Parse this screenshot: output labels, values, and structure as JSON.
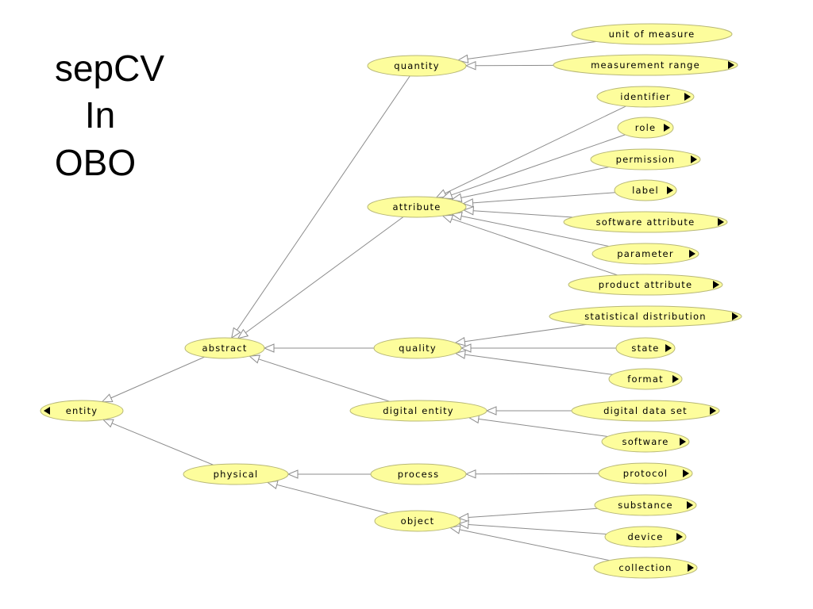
{
  "title": {
    "lines": [
      "sepCV",
      "In",
      "OBO"
    ]
  },
  "nodes": {
    "entity": {
      "label": "entity",
      "expand": "left"
    },
    "abstract": {
      "label": "abstract",
      "expand": "none"
    },
    "physical": {
      "label": "physical",
      "expand": "none"
    },
    "quantity": {
      "label": "quantity",
      "expand": "none"
    },
    "attribute": {
      "label": "attribute",
      "expand": "none"
    },
    "quality": {
      "label": "quality",
      "expand": "none"
    },
    "digital_entity": {
      "label": "digital entity",
      "expand": "none"
    },
    "process": {
      "label": "process",
      "expand": "none"
    },
    "object": {
      "label": "object",
      "expand": "none"
    },
    "unit_of_measure": {
      "label": "unit of measure",
      "expand": "none"
    },
    "measurement_range": {
      "label": "measurement range",
      "expand": "right"
    },
    "identifier": {
      "label": "identifier",
      "expand": "right"
    },
    "role": {
      "label": "role",
      "expand": "right"
    },
    "permission": {
      "label": "permission",
      "expand": "right"
    },
    "label": {
      "label": "label",
      "expand": "right"
    },
    "software_attribute": {
      "label": "software attribute",
      "expand": "right"
    },
    "parameter": {
      "label": "parameter",
      "expand": "right"
    },
    "product_attribute": {
      "label": "product attribute",
      "expand": "right"
    },
    "statistical_distribution": {
      "label": "statistical distribution",
      "expand": "right"
    },
    "state": {
      "label": "state",
      "expand": "right"
    },
    "format": {
      "label": "format",
      "expand": "right"
    },
    "digital_data_set": {
      "label": "digital data set",
      "expand": "right"
    },
    "software": {
      "label": "software",
      "expand": "right"
    },
    "protocol": {
      "label": "protocol",
      "expand": "right"
    },
    "substance": {
      "label": "substance",
      "expand": "right"
    },
    "device": {
      "label": "device",
      "expand": "right"
    },
    "collection": {
      "label": "collection",
      "expand": "right"
    }
  },
  "edges": [
    {
      "child": "abstract",
      "parent": "entity"
    },
    {
      "child": "physical",
      "parent": "entity"
    },
    {
      "child": "quantity",
      "parent": "abstract"
    },
    {
      "child": "attribute",
      "parent": "abstract"
    },
    {
      "child": "quality",
      "parent": "abstract"
    },
    {
      "child": "digital_entity",
      "parent": "abstract"
    },
    {
      "child": "process",
      "parent": "physical"
    },
    {
      "child": "object",
      "parent": "physical"
    },
    {
      "child": "unit_of_measure",
      "parent": "quantity"
    },
    {
      "child": "measurement_range",
      "parent": "quantity"
    },
    {
      "child": "identifier",
      "parent": "attribute"
    },
    {
      "child": "role",
      "parent": "attribute"
    },
    {
      "child": "permission",
      "parent": "attribute"
    },
    {
      "child": "label",
      "parent": "attribute"
    },
    {
      "child": "software_attribute",
      "parent": "attribute"
    },
    {
      "child": "parameter",
      "parent": "attribute"
    },
    {
      "child": "product_attribute",
      "parent": "attribute"
    },
    {
      "child": "statistical_distribution",
      "parent": "quality"
    },
    {
      "child": "state",
      "parent": "quality"
    },
    {
      "child": "format",
      "parent": "quality"
    },
    {
      "child": "digital_data_set",
      "parent": "digital_entity"
    },
    {
      "child": "software",
      "parent": "digital_entity"
    },
    {
      "child": "protocol",
      "parent": "process"
    },
    {
      "child": "substance",
      "parent": "object"
    },
    {
      "child": "device",
      "parent": "object"
    },
    {
      "child": "collection",
      "parent": "object"
    }
  ],
  "colors": {
    "node_fill": "#fdfd9c",
    "node_border": "#b8b878",
    "edge": "#8c8c8c",
    "background": "#ffffff"
  }
}
